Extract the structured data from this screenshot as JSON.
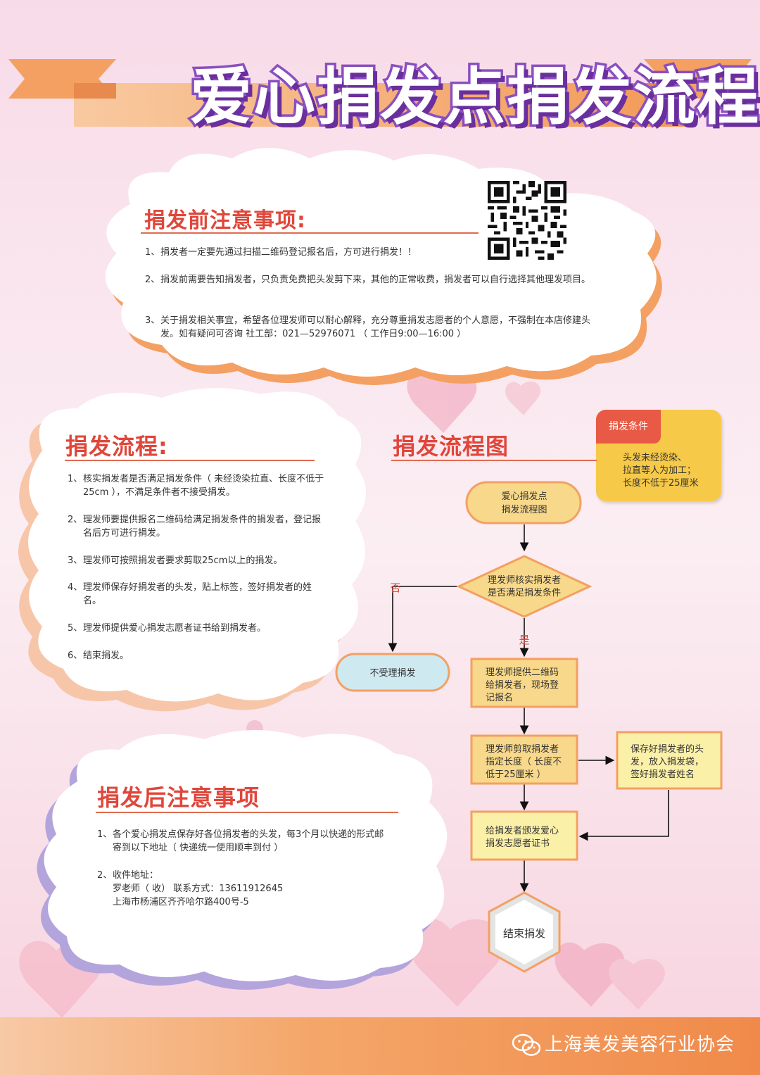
{
  "title": "爱心捐发点捐发流程",
  "before": {
    "heading": "捐发前注意事项:",
    "items": [
      {
        "num": "1、",
        "text": "捐发者一定要先通过扫描二维码登记报名后，方可进行捐发！！"
      },
      {
        "num": "2、",
        "text": "捐发前需要告知捐发者，只负责免费把头发剪下来，其他的正常收费，捐发者可以自行选择其他理发项目。"
      },
      {
        "num": "3、",
        "text": "关于捐发相关事宜，希望各位理发师可以耐心解释，充分尊重捐发志愿者的个人意愿，不强制在本店修建头发。如有疑问可咨询 社工部：021—52976071 （ 工作日9:00—16:00 ）"
      }
    ]
  },
  "process": {
    "heading": "捐发流程:",
    "items": [
      {
        "num": "1、",
        "text": "核实捐发者是否满足捐发条件（ 未经烫染拉直、长度不低于25cm ），不满足条件者不接受捐发。"
      },
      {
        "num": "2、",
        "text": "理发师要提供报名二维码给满足捐发条件的捐发者，登记报名后方可进行捐发。"
      },
      {
        "num": "3、",
        "text": "理发师可按照捐发者要求剪取25cm以上的捐发。"
      },
      {
        "num": "4、",
        "text": "理发师保存好捐发者的头发，贴上标签，签好捐发者的姓名。"
      },
      {
        "num": "5、",
        "text": "理发师提供爱心捐发志愿者证书给到捐发者。"
      },
      {
        "num": "6、",
        "text": "结束捐发。"
      }
    ]
  },
  "after": {
    "heading": "捐发后注意事项",
    "item1_num": "1、",
    "item1_text": "各个爱心捐发点保存好各位捐发者的头发，每3个月以快递的形式邮寄到以下地址（ 快递统一使用顺丰到付 ）",
    "item2_num": "2、",
    "item2_label": "收件地址：",
    "item2_line1": "罗老师（ 收）  联系方式：13611912645",
    "item2_line2": "上海市杨浦区齐齐哈尔路400号-5"
  },
  "flowchart": {
    "heading": "捐发流程图",
    "start": [
      "爱心捐发点",
      "捐发流程图"
    ],
    "decision": [
      "理发师核实捐发者",
      "是否满足捐发条件"
    ],
    "no_label": "否",
    "yes_label": "是",
    "reject": "不受理捐发",
    "step1": [
      "理发师提供二维码",
      "给捐发者，现场登",
      "记报名"
    ],
    "step2": [
      "理发师剪取捐发者",
      "指定长度（ 长度不",
      "低于25厘米 ）"
    ],
    "side": [
      "保存好捐发者的头",
      "发，放入捐发袋，",
      "签好捐发者姓名"
    ],
    "step3": [
      "给捐发者颁发爱心",
      "捐发志愿者证书"
    ],
    "end": "结束捐发"
  },
  "condition": {
    "label": "捐发条件",
    "lines": [
      "头发未经烫染、",
      "拉直等人为加工；",
      "长度不低于25厘米"
    ]
  },
  "footer": {
    "org": "上海美发美容行业协会"
  },
  "colors": {
    "title_purple": "#8a4fc0",
    "heading_red": "#e0463a",
    "box_orange": "#f8d88a",
    "ribbon_orange": "#f4a46a"
  }
}
